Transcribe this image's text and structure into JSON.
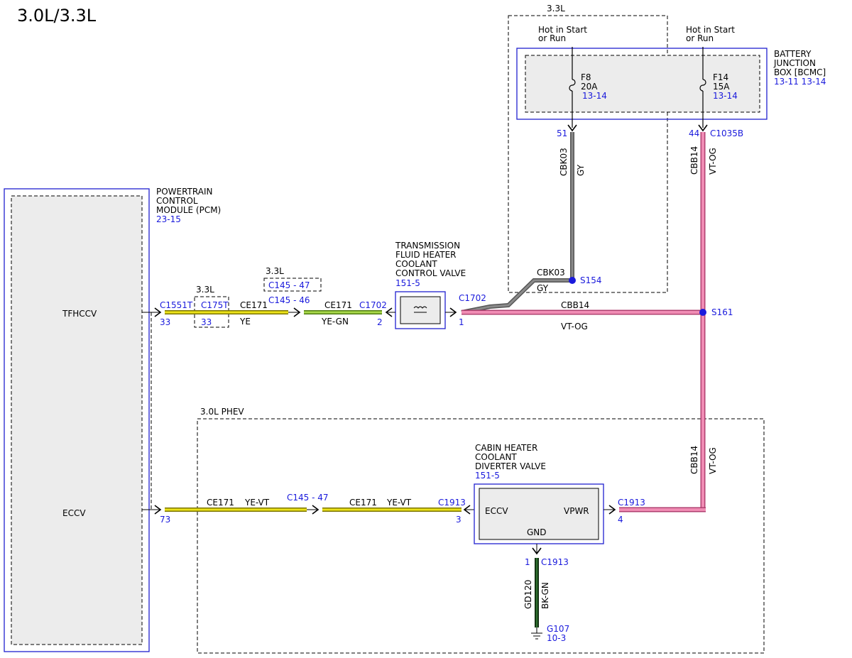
{
  "title": "3.0L/3.3L",
  "colors": {
    "yellow": "#e8e000",
    "yellow_green": "#9ccf3a",
    "gray": "#6f6f6f",
    "pink": "#e87aa4",
    "dark_green": "#1f4a1f",
    "blue": "#1a1adc"
  },
  "regions": {
    "top_33l": "3.3L",
    "phev": "3.0L PHEV",
    "c175t_33l": "3.3L",
    "c14547_33l": "3.3L"
  },
  "bjb": {
    "name": [
      "BATTERY",
      "JUNCTION",
      "BOX [BCMC]"
    ],
    "ref": "13-11 13-14",
    "hot1": [
      "Hot in Start",
      "or Run"
    ],
    "hot2": [
      "Hot in Start",
      "or Run"
    ],
    "f8": {
      "name": "F8",
      "rating": "20A",
      "ref": "13-14"
    },
    "f14": {
      "name": "F14",
      "rating": "15A",
      "ref": "13-14"
    },
    "pin51": "51",
    "pin44": "44",
    "c1035b": "C1035B"
  },
  "pcm": {
    "name": [
      "POWERTRAIN",
      "CONTROL",
      "MODULE (PCM)"
    ],
    "ref": "23-15",
    "tfhccv": "TFHCCV",
    "eccv": "ECCV"
  },
  "tfhccv_valve": {
    "name": [
      "TRANSMISSION",
      "FLUID HEATER",
      "COOLANT",
      "CONTROL VALVE"
    ],
    "ref": "151-5"
  },
  "chcdv": {
    "name": [
      "CABIN HEATER",
      "COOLANT",
      "DIVERTER VALVE"
    ],
    "ref": "151-5",
    "eccv": "ECCV",
    "vpwr": "VPWR",
    "gnd": "GND"
  },
  "connectors": {
    "c1551t": "C1551T",
    "c175t": "C175T",
    "pin33a": "33",
    "pin33b": "33",
    "c145_47_top": "C145 - 47",
    "c145_46": "C145 - 46",
    "c1702_left": "C1702",
    "pin2": "2",
    "c1702_right": "C1702",
    "pin1": "1",
    "s154": "S154",
    "s161": "S161",
    "pin73": "73",
    "c145_47_bottom": "C145 - 47",
    "c1913_left": "C1913",
    "pin3": "3",
    "c1913_right": "C1913",
    "pin4": "4",
    "c1913_gnd": "C1913",
    "pin1_gnd": "1",
    "g107": "G107",
    "g107_ref": "10-3"
  },
  "wires": {
    "ce171_1": "CE171",
    "ye": "YE",
    "ce171_2": "CE171",
    "ye_gn": "YE-GN",
    "cbk03_v": "CBK03",
    "gy_v": "GY",
    "cbk03_h": "CBK03",
    "gy_h": "GY",
    "cbb14_h": "CBB14",
    "vt_og_h": "VT-OG",
    "cbb14_v1": "CBB14",
    "vt_og_v1": "VT-OG",
    "cbb14_v2": "CBB14",
    "vt_og_v2": "VT-OG",
    "ce171_3": "CE171",
    "ye_vt_1": "YE-VT",
    "ce171_4": "CE171",
    "ye_vt_2": "YE-VT",
    "gd120": "GD120",
    "bk_gn": "BK-GN"
  }
}
